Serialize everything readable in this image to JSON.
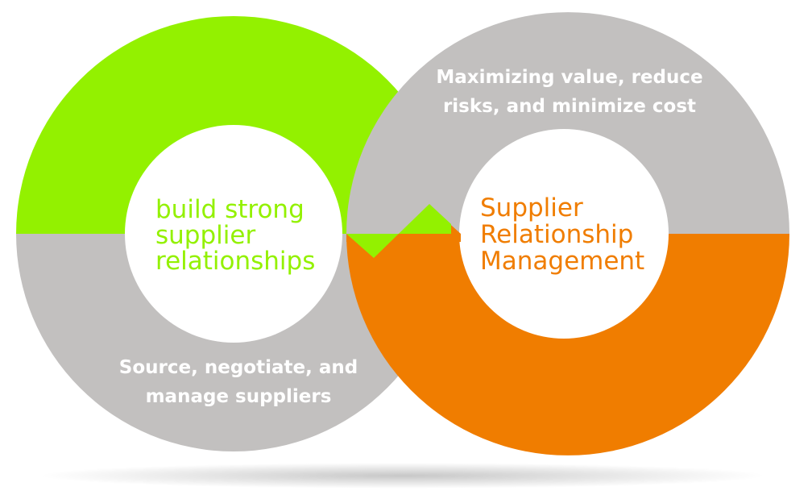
{
  "colors": {
    "green": "#93f100",
    "grey": "#c2c0bf",
    "orange": "#f07d00",
    "white": "#ffffff"
  },
  "left_loop": {
    "center_lines": [
      "build strong",
      "supplier",
      "relationships"
    ],
    "lower_lines": [
      "Source, negotiate, and",
      "manage suppliers"
    ]
  },
  "right_loop": {
    "center_lines": [
      "Supplier",
      "Relationship",
      "Management"
    ],
    "upper_lines": [
      "Maximizing value, reduce",
      "risks, and minimize cost"
    ]
  }
}
